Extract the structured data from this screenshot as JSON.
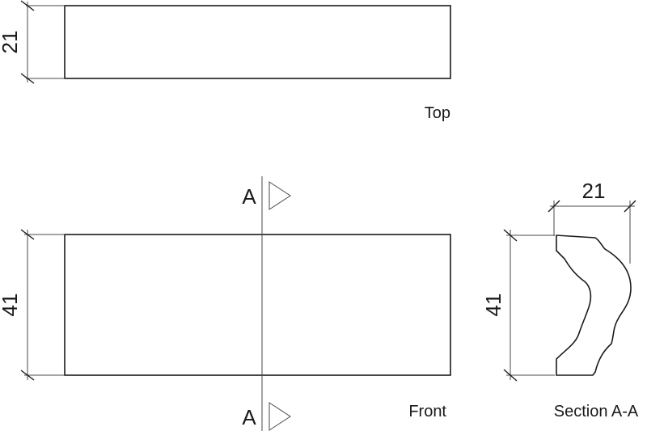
{
  "views": {
    "top": {
      "label": "Top",
      "dimension": "21"
    },
    "front": {
      "label": "Front",
      "dimension": "41"
    },
    "section": {
      "label": "Section A-A",
      "width_dimension": "21",
      "height_dimension": "41"
    }
  },
  "section_markers": {
    "top": "A",
    "bottom": "A"
  }
}
